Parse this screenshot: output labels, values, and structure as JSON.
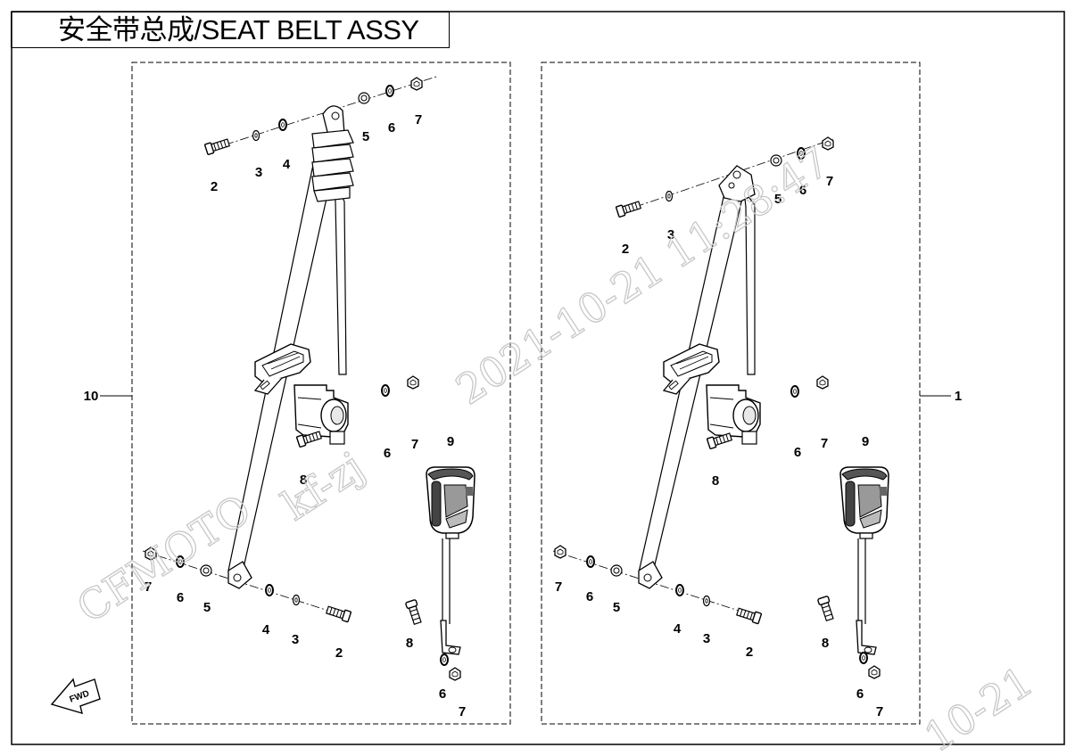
{
  "title": "安全带总成/SEAT BELT ASSY",
  "assemblies": [
    {
      "id": "left",
      "label": "10"
    },
    {
      "id": "right",
      "label": "1"
    }
  ],
  "left_callouts": {
    "top": [
      "2",
      "3",
      "4",
      "5",
      "6",
      "7"
    ],
    "retractor": [
      "8",
      "6",
      "7"
    ],
    "buckle": "9",
    "bottom": [
      "7",
      "6",
      "5",
      "4",
      "3",
      "2"
    ],
    "buckle_mount": [
      "8",
      "6",
      "7"
    ]
  },
  "right_callouts": {
    "top": [
      "2",
      "3",
      "5",
      "6",
      "7"
    ],
    "retractor": [
      "8",
      "6",
      "7"
    ],
    "buckle": "9",
    "bottom": [
      "7",
      "6",
      "5",
      "4",
      "3",
      "2"
    ],
    "buckle_mount": [
      "8",
      "6",
      "7"
    ]
  },
  "fwd_label": "FWD",
  "watermark": {
    "brand": "CFMOTO",
    "user": "kf-zj",
    "timestamp": "2021-10-21  11:28:47",
    "corner_date": "10-21"
  }
}
